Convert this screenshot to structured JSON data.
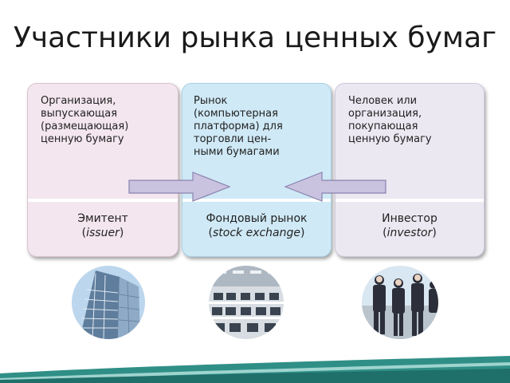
{
  "title": "Участники рынка ценных бумаг",
  "columns": [
    {
      "description": "Организация,\nвыпускающая\n(размещающая)\nценную бумагу",
      "role_ru": "Эмитент",
      "role_en": "issuer"
    },
    {
      "description": "Рынок\n(компьютерная\nплатформа) для\nторговли цен-\nными бумагами",
      "role_ru": "Фондовый рынок",
      "role_en": "stock exchange"
    },
    {
      "description": "Человек или\nорганизация,\nпокупающая\nценную бумагу",
      "role_ru": "Инвестор",
      "role_en": "investor"
    }
  ],
  "photos": [
    "skyscraper-photo",
    "trading-floor-photo",
    "business-people-photo"
  ],
  "colors": {
    "left_panel": "#f3e6ee",
    "mid_panel": "#cfe9f6",
    "right_panel": "#ebe8f1",
    "arrow": "#c9c3df",
    "bottom_accent": "#2f8f86"
  }
}
